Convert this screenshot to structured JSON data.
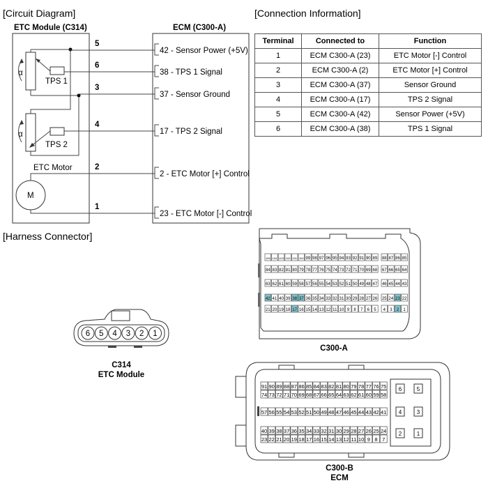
{
  "sections": {
    "circuit": "[Circuit Diagram]",
    "connection": "[Connection Information]",
    "harness": "[Harness Connector]"
  },
  "circuit": {
    "module_title": "ETC Module (C314)",
    "ecm_title": "ECM (C300-A)",
    "tps1": "TPS 1",
    "tps2": "TPS 2",
    "alpha": "α",
    "motor_label": "ETC Motor",
    "motor_symbol": "M",
    "wires": [
      {
        "pin": "5",
        "ecm": "42 - Sensor Power (+5V)"
      },
      {
        "pin": "6",
        "ecm": "38 - TPS 1 Signal"
      },
      {
        "pin": "3",
        "ecm": "37 - Sensor Ground"
      },
      {
        "pin": "4",
        "ecm": "17 - TPS 2 Signal"
      },
      {
        "pin": "2",
        "ecm": "2 - ETC Motor [+] Control"
      },
      {
        "pin": "1",
        "ecm": "23 - ETC Motor [-] Control"
      }
    ]
  },
  "table": {
    "headers": [
      "Terminal",
      "Connected to",
      "Function"
    ],
    "rows": [
      [
        "1",
        "ECM C300-A (23)",
        "ETC Motor [-] Control"
      ],
      [
        "2",
        "ECM C300-A (2)",
        "ETC Motor [+] Control"
      ],
      [
        "3",
        "ECM C300-A (37)",
        "Sensor Ground"
      ],
      [
        "4",
        "ECM C300-A (17)",
        "TPS 2 Signal"
      ],
      [
        "5",
        "ECM C300-A (42)",
        "Sensor Power (+5V)"
      ],
      [
        "6",
        "ECM C300-A (38)",
        "TPS 1 Signal"
      ]
    ]
  },
  "c314": {
    "pins": [
      "6",
      "5",
      "4",
      "3",
      "2",
      "1"
    ],
    "label1": "C314",
    "label2": "ETC Module"
  },
  "c300a": {
    "label": "C300-A",
    "highlight_color": "#7fc4cc",
    "highlighted": [
      42,
      38,
      37,
      23,
      17,
      2
    ],
    "rows": [
      {
        "main": [
          105,
          104,
          103,
          102,
          101,
          100,
          99,
          98,
          97,
          96,
          95,
          94,
          93,
          92,
          91,
          90,
          89
        ],
        "side": [
          88,
          87,
          86,
          85
        ]
      },
      {
        "main": [
          84,
          83,
          82,
          81,
          80,
          79,
          78,
          77,
          76,
          75,
          74,
          73,
          72,
          71,
          70,
          69,
          68
        ],
        "side": [
          67,
          66,
          65,
          64
        ]
      },
      {
        "main": [
          63,
          62,
          61,
          60,
          59,
          58,
          57,
          56,
          55,
          54,
          53,
          52,
          51,
          50,
          49,
          48,
          47
        ],
        "side": [
          46,
          45,
          44,
          43
        ]
      },
      {
        "main": [
          42,
          41,
          40,
          39,
          38,
          37,
          36,
          35,
          34,
          33,
          32,
          31,
          30,
          29,
          28,
          27,
          26
        ],
        "side": [
          25,
          24,
          23,
          22
        ]
      },
      {
        "main": [
          21,
          20,
          19,
          18,
          17,
          16,
          15,
          14,
          13,
          12,
          11,
          10,
          9,
          8,
          7,
          6,
          5
        ],
        "side": [
          4,
          3,
          2,
          1
        ]
      }
    ]
  },
  "c300b": {
    "label1": "C300-B",
    "label2": "ECM",
    "rows": [
      [
        91,
        90,
        89,
        88,
        87,
        86,
        85,
        84,
        83,
        82,
        81,
        80,
        79,
        78,
        77,
        76,
        75
      ],
      [
        74,
        73,
        72,
        71,
        70,
        69,
        68,
        67,
        66,
        65,
        64,
        63,
        62,
        61,
        60,
        59,
        58
      ],
      [
        57,
        56,
        55,
        54,
        53,
        52,
        51,
        50,
        49,
        48,
        47,
        46,
        45,
        44,
        43,
        42,
        41
      ],
      [
        40,
        39,
        38,
        37,
        36,
        35,
        34,
        33,
        32,
        31,
        30,
        29,
        28,
        27,
        26,
        25,
        24
      ],
      [
        23,
        22,
        21,
        20,
        19,
        18,
        17,
        16,
        15,
        14,
        13,
        12,
        11,
        10,
        9,
        8,
        7
      ]
    ],
    "power_pins": [
      [
        "6",
        "5"
      ],
      [
        "4",
        "3"
      ],
      [
        "2",
        "1"
      ]
    ]
  }
}
